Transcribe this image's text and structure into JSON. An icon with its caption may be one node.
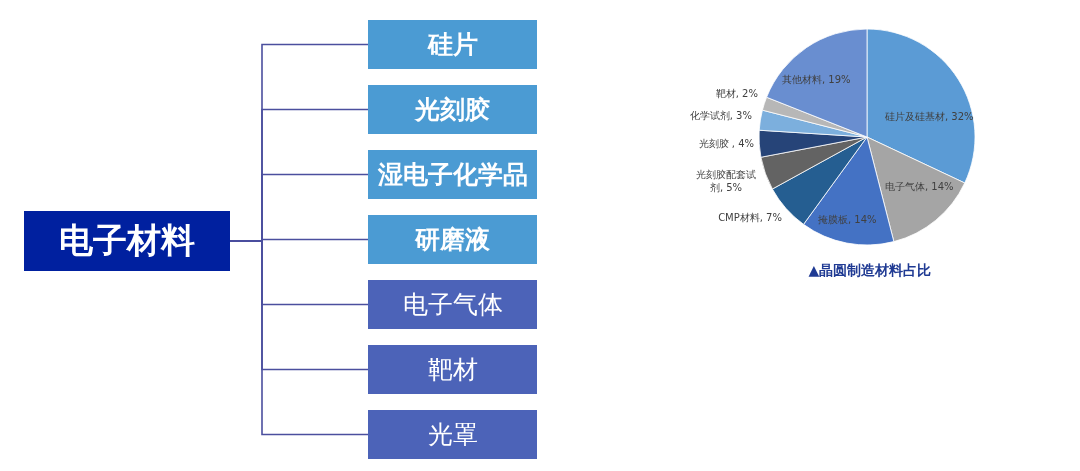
{
  "diagram": {
    "nodes": [
      {
        "text": [
          "电子材料"
        ]
      },
      {
        "text": [
          "硅片"
        ]
      },
      {
        "text": [
          "光刻胶"
        ]
      },
      {
        "text": [
          "湿电子化学品"
        ]
      },
      {
        "text": [
          "研磨液"
        ]
      },
      {
        "text": [
          "电子气体"
        ]
      },
      {
        "text": [
          "靶材"
        ]
      },
      {
        "text": [
          "光罩"
        ]
      }
    ],
    "edges": [
      {
        "from": 0,
        "to": 1,
        "arrow": "none"
      },
      {
        "from": 0,
        "to": 2,
        "arrow": "none"
      },
      {
        "from": 0,
        "to": 3,
        "arrow": "none"
      },
      {
        "from": 0,
        "to": 4,
        "arrow": "none"
      },
      {
        "from": 0,
        "to": 5,
        "arrow": "none"
      },
      {
        "from": 0,
        "to": 6,
        "arrow": "none"
      },
      {
        "from": 0,
        "to": 7,
        "arrow": "none"
      }
    ],
    "chart_data": {
      "type": "pie",
      "title": "▲晶圆制造材料占比",
      "value_labels": [
        "硅片及硅基材, 32%",
        "电子气体, 14%",
        "掩膜板, 14%",
        "CMP材料, 7%",
        "光刻胶配套试剂, 5%",
        "光刻胶 , 4%",
        "化学试剂, 3%",
        "靶材, 2%",
        "其他材料, 19%"
      ],
      "series": [
        {
          "values": [
            32,
            14,
            14,
            7,
            5,
            4,
            3,
            2,
            19
          ],
          "color": null
        }
      ]
    }
  }
}
